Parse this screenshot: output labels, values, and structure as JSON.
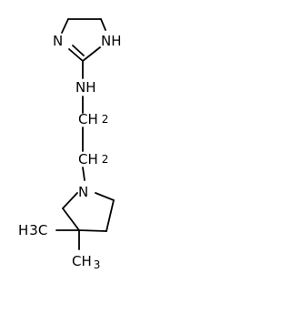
{
  "molecule": {
    "labels": {
      "ring_n_left": "N",
      "ring_nh": "NH",
      "amine_nh": "NH",
      "ch2_upper": "CH",
      "ch2_upper_sub": "2",
      "ch2_lower": "CH",
      "ch2_lower_sub": "2",
      "pyrrolidine_n": "N",
      "methyl_left": "H",
      "methyl_left_suffix": "3C",
      "methyl_lower": "CH",
      "methyl_lower_sub": "3"
    },
    "colors": {
      "ink": "#000000",
      "background": "#ffffff"
    }
  }
}
